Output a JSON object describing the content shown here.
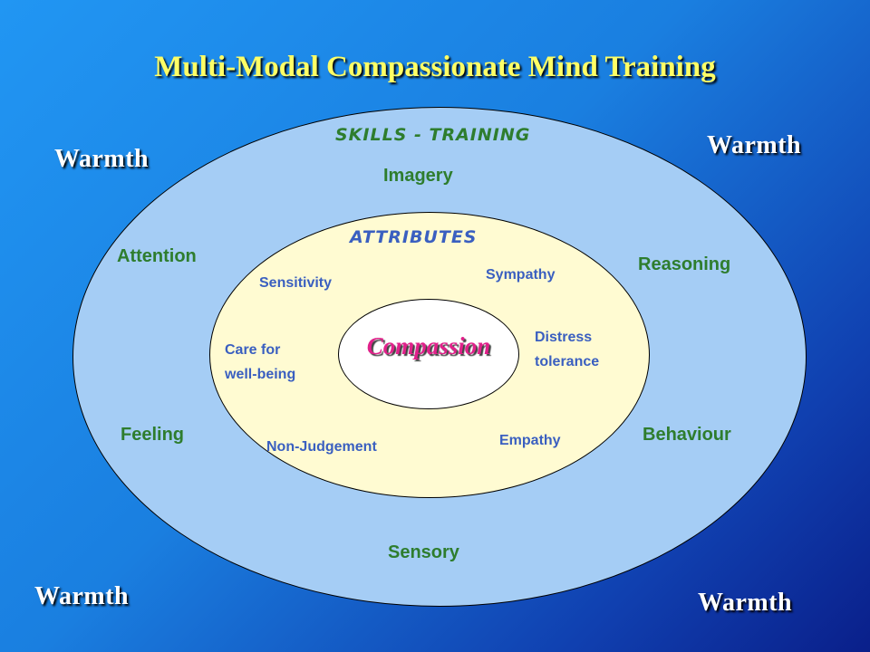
{
  "title": "Multi-Modal Compassionate Mind Training",
  "warmth": {
    "top_left": "Warmth",
    "top_right": "Warmth",
    "bottom_left": "Warmth",
    "bottom_right": "Warmth"
  },
  "outer_ring": {
    "label": "SKILLS - TRAINING",
    "items": {
      "imagery": "Imagery",
      "attention": "Attention",
      "reasoning": "Reasoning",
      "feeling": "Feeling",
      "behaviour": "Behaviour",
      "sensory": "Sensory"
    }
  },
  "inner_ring": {
    "label": "ATTRIBUTES",
    "items": {
      "sensitivity": "Sensitivity",
      "sympathy": "Sympathy",
      "care_line1": "Care for",
      "care_line2": "well-being",
      "distress_line1": "Distress",
      "distress_line2": "tolerance",
      "non_judgement": "Non-Judgement",
      "empathy": "Empathy"
    }
  },
  "core": {
    "label": "Compassion"
  },
  "colors": {
    "background_top": "#2196F3",
    "background_bottom": "#0a1f8a",
    "title": "#ffff66",
    "outer_fill": "#a5cdf5",
    "inner_fill": "#fffbd2",
    "skills_text": "#2e7d2e",
    "attributes_text": "#3a5fc0",
    "compassion_text": "#e0218a"
  }
}
